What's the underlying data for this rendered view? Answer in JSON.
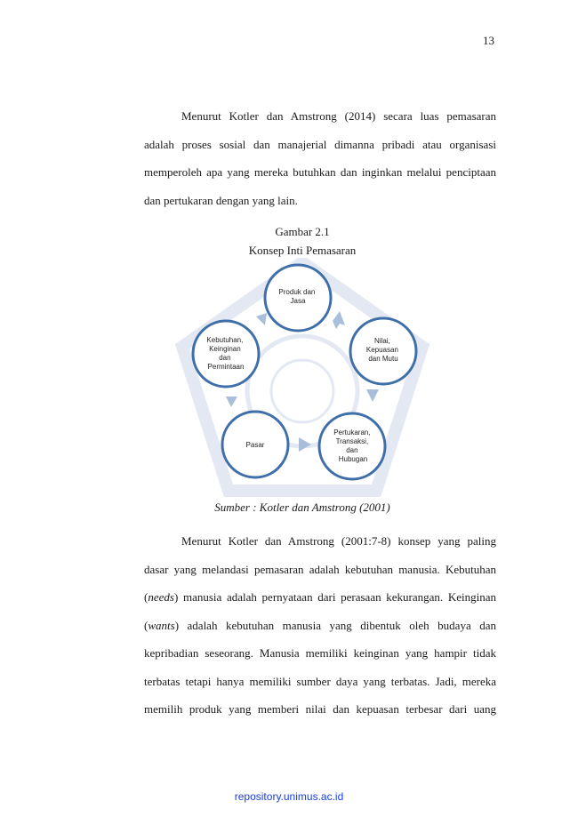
{
  "page_number": "13",
  "paragraph1": {
    "lines": [
      "Menurut Kotler dan Amstrong (2014) secara luas pemasaran",
      "adalah proses sosial dan manajerial dimanna pribadi atau organisasi",
      "memperoleh apa yang mereka butuhkan dan inginkan melalui penciptaan",
      "dan pertukaran dengan yang lain."
    ]
  },
  "figure": {
    "label": "Gambar 2.1",
    "title": "Konsep Inti Pemasaran",
    "nodes": [
      {
        "lines": [
          "Produk dan",
          "Jasa"
        ]
      },
      {
        "lines": [
          "Nilai,",
          "Kepuasan",
          "dan Mutu"
        ]
      },
      {
        "lines": [
          "Pertukaran,",
          "Transaksi,",
          "dan",
          "Hubugan"
        ]
      },
      {
        "lines": [
          "Pasar"
        ]
      },
      {
        "lines": [
          "Kebutuhan,",
          "Keinginan",
          "dan",
          "Permintaan"
        ]
      }
    ],
    "source": "Sumber : Kotler dan Amstrong (2001)"
  },
  "paragraph2": {
    "line1": "Menurut Kotler dan Amstrong (2001:7-8) konsep yang paling",
    "line2": "dasar yang melandasi pemasaran adalah kebutuhan manusia. Kebutuhan",
    "line3_open": "(",
    "line3_em": "needs",
    "line3_rest": ") manusia adalah pernyataan dari perasaan kekurangan. Keinginan",
    "line4_open": "(",
    "line4_em": "wants",
    "line4_rest": ") adalah kebutuhan manusia yang dibentuk oleh budaya dan",
    "line5": "kepribadian seseorang. Manusia memiliki keinginan yang hampir tidak",
    "line6": "terbatas tetapi hanya memiliki sumber daya yang terbatas. Jadi, mereka",
    "line7": "memilih produk yang memberi nilai dan kepuasan terbesar dari uang"
  },
  "footer": "repository.unimus.ac.id",
  "colors": {
    "circle_stroke": "#3f6fa8",
    "arrow_fill": "#a9bedb",
    "link": "#1a3de0",
    "watermark": "#5b78b5"
  }
}
